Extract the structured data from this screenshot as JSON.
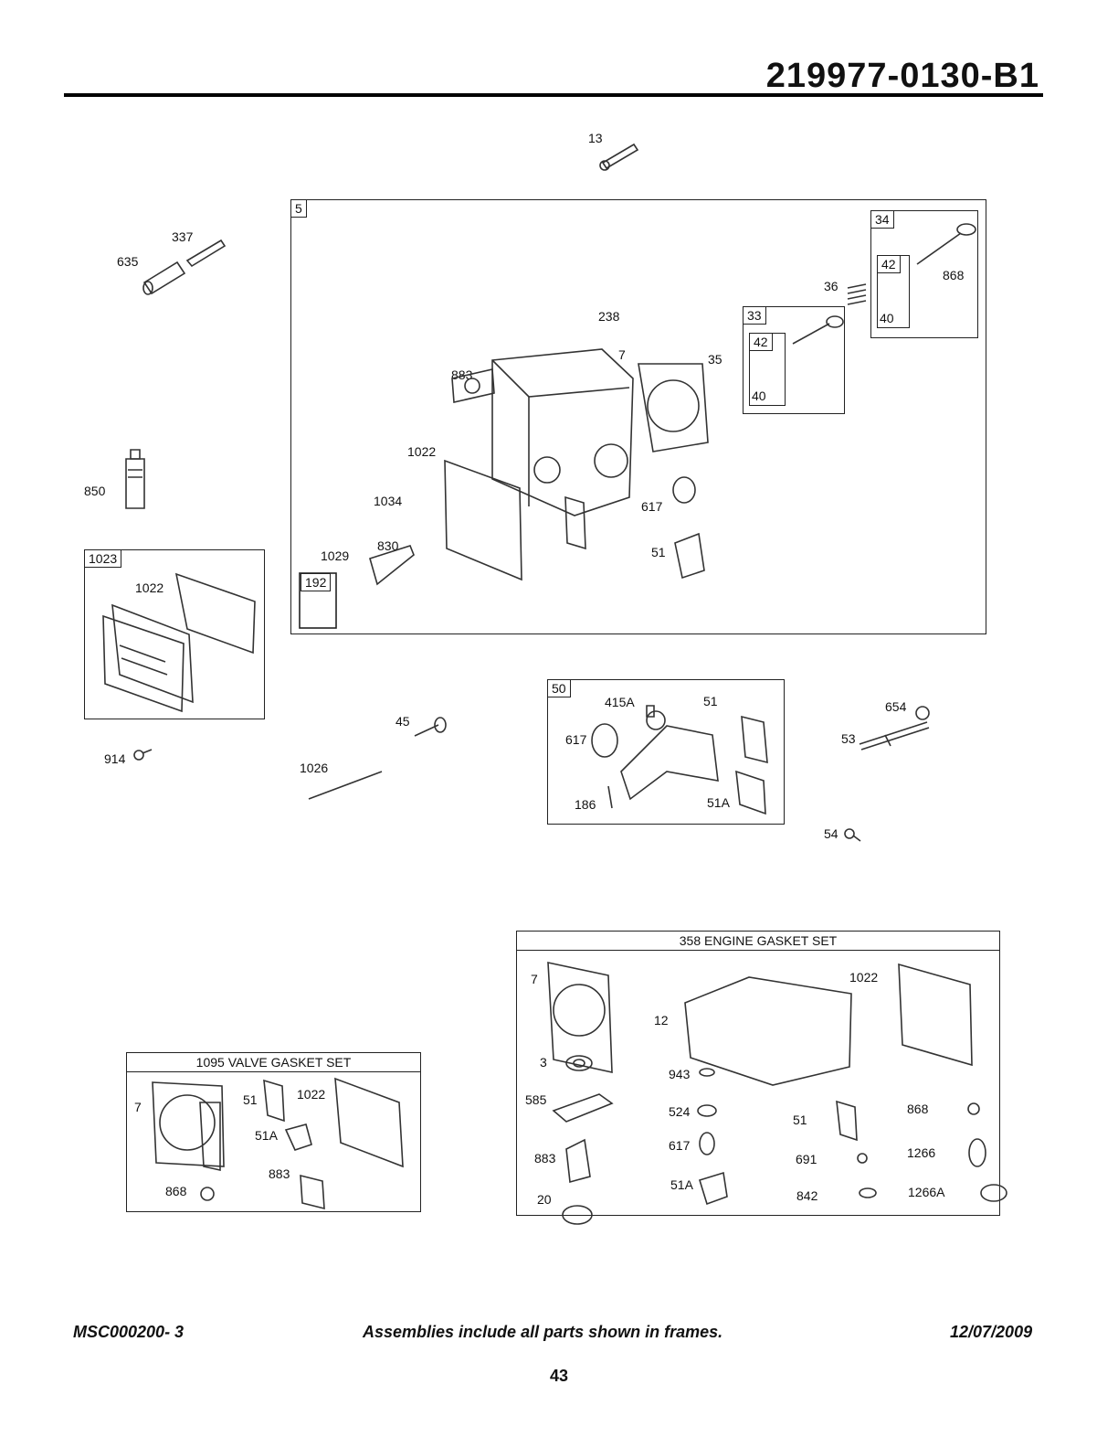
{
  "header": {
    "doc_number": "219977-0130-B1"
  },
  "frames": {
    "cylinder_head": {
      "tag": "5",
      "sub_34": {
        "tag": "34",
        "sub_42": "42"
      },
      "sub_33": {
        "tag": "33",
        "sub_42": "42"
      },
      "sub_192": "192"
    },
    "rocker_cover": {
      "tag": "1023"
    },
    "intake": {
      "tag": "50"
    },
    "valve_gasket_set": {
      "title": "1095 VALVE GASKET SET"
    },
    "engine_gasket_set": {
      "title": "358 ENGINE GASKET SET"
    }
  },
  "callouts": {
    "top": [
      "13"
    ],
    "left": [
      "337",
      "635",
      "850",
      "914"
    ],
    "head": [
      "868",
      "36",
      "40",
      "238",
      "7",
      "35",
      "40",
      "883",
      "1022",
      "1034",
      "617",
      "830",
      "1029",
      "51"
    ],
    "cover": [
      "1022"
    ],
    "misc": [
      "45",
      "1026",
      "654",
      "53",
      "54"
    ],
    "intake": [
      "415A",
      "51",
      "617",
      "186",
      "51A"
    ],
    "valve_set": [
      "7",
      "51",
      "1022",
      "51A",
      "883",
      "868"
    ],
    "engine_set": [
      "7",
      "1022",
      "12",
      "3",
      "943",
      "585",
      "524",
      "51",
      "868",
      "617",
      "883",
      "691",
      "1266",
      "51A",
      "20",
      "842",
      "1266A"
    ]
  },
  "footer": {
    "left": "MSC000200- 3",
    "center": "Assemblies include all parts shown in frames.",
    "right": "12/07/2009",
    "page": "43"
  }
}
